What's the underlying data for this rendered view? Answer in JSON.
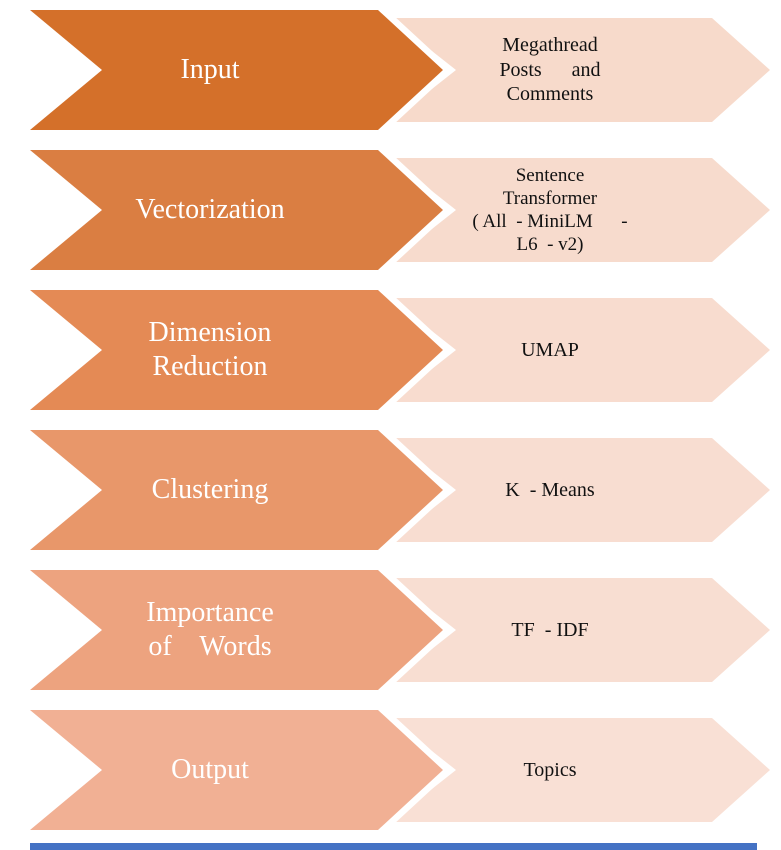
{
  "diagram": {
    "rows": [
      {
        "stage": "Input",
        "detail": "Megathread\nPosts      and\nComments",
        "left_color": "#D4702A",
        "right_color": "#F7DACB"
      },
      {
        "stage": "Vectorization",
        "detail": "Sentence\nTransformer\n( All  - MiniLM      -\nL6  - v2)",
        "left_color": "#DA7E42",
        "right_color": "#F7DBCD"
      },
      {
        "stage": "Dimension\nReduction",
        "detail": "UMAP",
        "left_color": "#E48A55",
        "right_color": "#F8DCCF"
      },
      {
        "stage": "Clustering",
        "detail": "K  - Means",
        "left_color": "#E8976A",
        "right_color": "#F8DDD1"
      },
      {
        "stage": "Importance\nof    Words",
        "detail": "TF  - IDF",
        "left_color": "#EDA37F",
        "right_color": "#F8DED2"
      },
      {
        "stage": "Output",
        "detail": "Topics",
        "left_color": "#F1B094",
        "right_color": "#F9E0D5"
      }
    ],
    "bottom_bar_color": "#4472C4"
  }
}
